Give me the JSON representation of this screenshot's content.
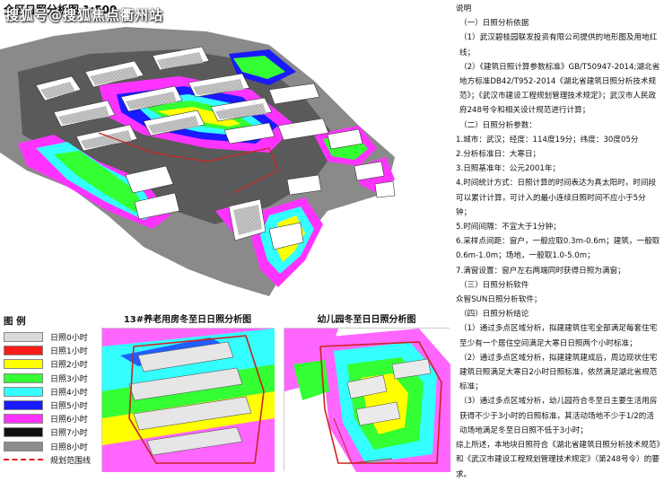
{
  "site_plan": {
    "title": "全区日照分析图 1:500",
    "watermark": "搜狐号@搜狐焦点衢州站"
  },
  "notes": {
    "heading": "说明",
    "lines": [
      "（一）日照分析依据",
      "（1）武汉碧桂园联发投资有限公司提供的地形图及用地红线；",
      "（2）《建筑日照计算参数标准》GB/T50947-2014;湖北省地方标准DB42/T952-2014《湖北省建筑日照分析技术规范》；《武汉市建设工程规划管理技术规定》；武汉市人民政府248号令和相关设计规范进行计算；",
      "（二）日照分析参数：",
      "1.城市：武汉；经度：114度19分；纬度：30度05分",
      "2.分析标准日：大寒日；",
      "3.日照基准年：公元2001年；",
      "4.时间统计方式：日照计算的时间表达为真太阳时，时间段可以累计计算，可计入的最小连续日照时间不应小于5分钟；",
      "5.时间间隔：不宜大于1分钟；",
      "6.采样点间距：窗户，一般应取0.3m-0.6m；建筑，一般取0.6m-1.0m；场地，一般取1.0-5.0m；",
      "7.满窗设置：窗户左右两端同时获得日照为满窗；",
      "（三）日照分析软件",
      "众智SUN日照分析软件；",
      "（四）日照分析结论",
      "（1）通过多点区域分析，拟建建筑住宅全部满足每套住宅至少有一个居住空间满足大寒日日照两个小时标准；",
      "（2）通过多点区域分析，拟建建筑建成后，周边现状住宅建筑日照满足大寒日2小时日照标准，依然满足湖北省规范标准；",
      "（3）通过多点区域分析，幼儿园符合冬至日主要生活用房获得不少于3小时的日照标准，其活动场地不少于1/2的活动场地满足冬至日日照不低于3小时；",
      "综上所述，本地块日照符合《湖北省建筑日照分析技术规范》和《武汉市建设工程规划管理技术规定》（第248号令）的要求。"
    ]
  },
  "legend": {
    "title": "图 例",
    "items": [
      {
        "label": "日照0小时",
        "color": "#d9d9d9"
      },
      {
        "label": "日照1小时",
        "color": "#ff1a1a"
      },
      {
        "label": "日照2小时",
        "color": "#ffff00"
      },
      {
        "label": "日照3小时",
        "color": "#33ff33"
      },
      {
        "label": "日照4小时",
        "color": "#33ffff"
      },
      {
        "label": "日照5小时",
        "color": "#1a1aff"
      },
      {
        "label": "日照6小时",
        "color": "#ff33ff"
      },
      {
        "label": "日照7小时",
        "color": "#111111"
      },
      {
        "label": "日照8小时",
        "color": "#8c8c8c"
      },
      {
        "label": "规划范围线",
        "color": "#dd2222"
      }
    ]
  },
  "maps": {
    "elderly_title": "13#养老用房冬至日日照分析图",
    "kindergarten_title": "幼儿园冬至日日照分析图"
  }
}
